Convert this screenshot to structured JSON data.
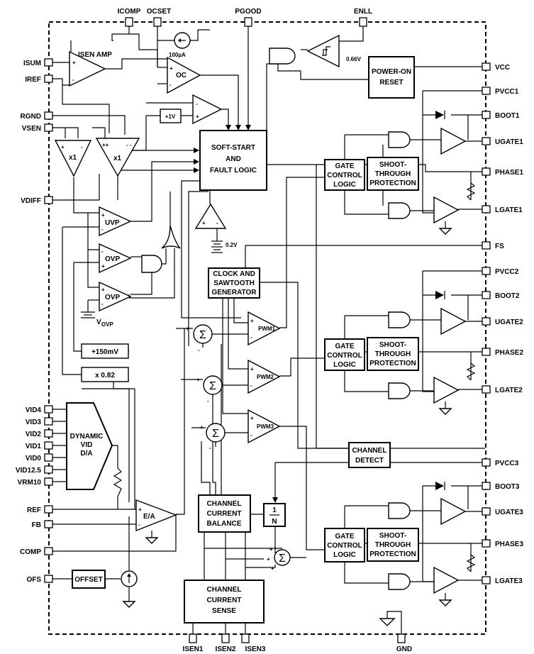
{
  "pins": {
    "top": [
      "ICOMP",
      "OCSET",
      "PGOOD",
      "ENLL"
    ],
    "left": [
      "ISUM",
      "IREF",
      "RGND",
      "VSEN",
      "VDIFF",
      "VID4",
      "VID3",
      "VID2",
      "VID1",
      "VID0",
      "VID12.5",
      "VRM10",
      "REF",
      "FB",
      "COMP",
      "OFS"
    ],
    "right": [
      "VCC",
      "PVCC1",
      "BOOT1",
      "UGATE1",
      "PHASE1",
      "LGATE1",
      "FS",
      "PVCC2",
      "BOOT2",
      "UGATE2",
      "PHASE2",
      "LGATE2",
      "PVCC3",
      "BOOT3",
      "UGATE3",
      "PHASE3",
      "LGATE3"
    ],
    "bottom": [
      "ISEN1",
      "ISEN2",
      "ISEN3",
      "GND"
    ]
  },
  "blocks": {
    "isen_amp": "ISEN AMP",
    "oc": "OC",
    "ocset_current": "100µA",
    "enll_threshold": "0.66V",
    "power_on_reset": [
      "POWER-ON",
      "RESET"
    ],
    "plus_1v": "+1V",
    "x1_left": "x1",
    "x1_right": "x1",
    "soft_start": [
      "SOFT-START",
      "AND",
      "FAULT LOGIC"
    ],
    "uvp": "UVP",
    "ovp_1": "OVP",
    "ovp_2": "OVP",
    "threshold_02v": "0.2V",
    "vovp": "V",
    "vovp_sub": "OVP",
    "clock": [
      "CLOCK AND",
      "SAWTOOTH",
      "GENERATOR"
    ],
    "plus_150mv": "+150mV",
    "x082": "x 0.82",
    "gate_control": [
      "GATE",
      "CONTROL",
      "LOGIC"
    ],
    "shoot_through": [
      "SHOOT-",
      "THROUGH",
      "PROTECTION"
    ],
    "pwm1": "PWM1",
    "pwm2": "PWM2",
    "pwm3": "PWM3",
    "dynamic_vid": [
      "DYNAMIC",
      "VID",
      "D/A"
    ],
    "channel_detect": [
      "CHANNEL",
      "DETECT"
    ],
    "channel_balance": [
      "CHANNEL",
      "CURRENT",
      "BALANCE"
    ],
    "one_over_n_num": "1",
    "one_over_n_den": "N",
    "ea": "E/A",
    "offset": "OFFSET",
    "channel_sense": [
      "CHANNEL",
      "CURRENT",
      "SENSE"
    ],
    "sigma": "Σ"
  }
}
